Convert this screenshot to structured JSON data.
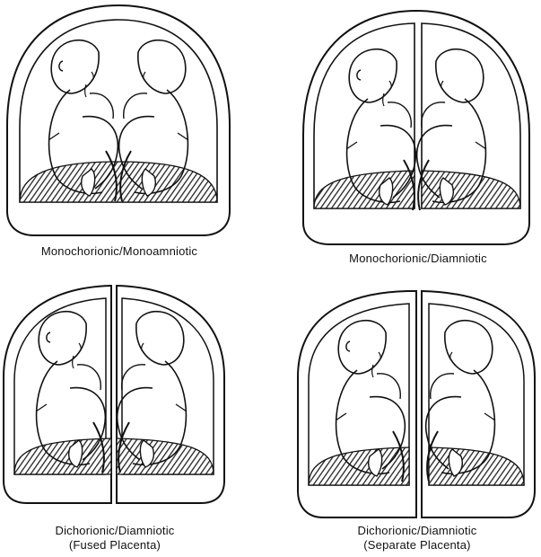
{
  "panels": [
    {
      "caption": "Monochorionic/Monoamniotic"
    },
    {
      "caption": "Monochorionic/Diamniotic"
    },
    {
      "caption": "Dichorionic/Diamniotic",
      "subcaption": "(Fused Placenta)"
    },
    {
      "caption": "Dichorionic/Diamniotic",
      "subcaption": "(Separate Placenta)"
    }
  ],
  "colors": {
    "ink": "#111111",
    "placenta": "#2a2a2a",
    "background": "#ffffff"
  }
}
